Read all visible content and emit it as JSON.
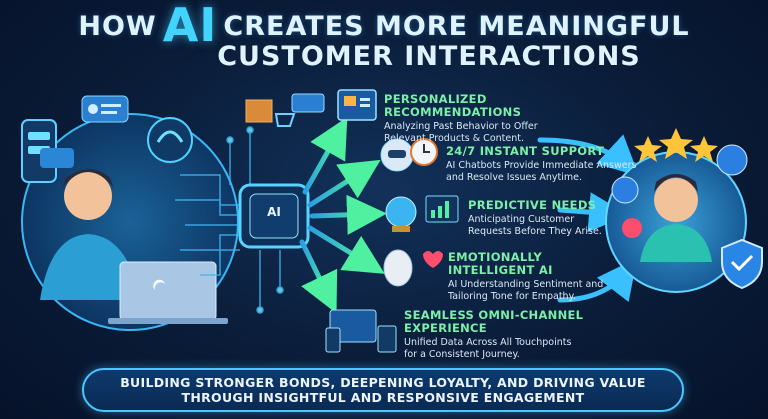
{
  "title": {
    "word_how": "HOW",
    "word_ai": "AI",
    "line1_rest": "CREATES MORE MEANINGFUL",
    "line2": "CUSTOMER INTERACTIONS"
  },
  "ai_chip_label": "AI",
  "features": [
    {
      "title": "PERSONALIZED RECOMMENDATIONS",
      "desc1": "Analyzing Past Behavior to Offer",
      "desc2": "Relevant Products & Content."
    },
    {
      "title": "24/7 INSTANT SUPPORT",
      "desc1": "AI Chatbots Provide Immediate Answers",
      "desc2": "and Resolve Issues Anytime."
    },
    {
      "title": "PREDICTIVE NEEDS",
      "desc1": "Anticipating Customer",
      "desc2": "Requests Before They Arise."
    },
    {
      "title1": "EMOTIONALLY",
      "title2": "INTELLIGENT AI",
      "desc1": "AI Understanding Sentiment and",
      "desc2": "Tailoring Tone for Empathy."
    },
    {
      "title1": "SEAMLESS OMNI-CHANNEL",
      "title2": "EXPERIENCE",
      "desc1": "Unified Data Across All Touchpoints",
      "desc2": "for a Consistent Journey."
    }
  ],
  "banner": {
    "line1": "BUILDING STRONGER BONDS, DEEPENING LOYALTY, AND DRIVING VALUE",
    "line2": "THROUGH INSIGHTFUL AND RESPONSIVE ENGAGEMENT"
  },
  "colors": {
    "background": "#0a1c38",
    "accent_cyan": "#43d3ff",
    "feature_title_green": "#7cf0a8",
    "banner_border": "#4cc6ff"
  }
}
